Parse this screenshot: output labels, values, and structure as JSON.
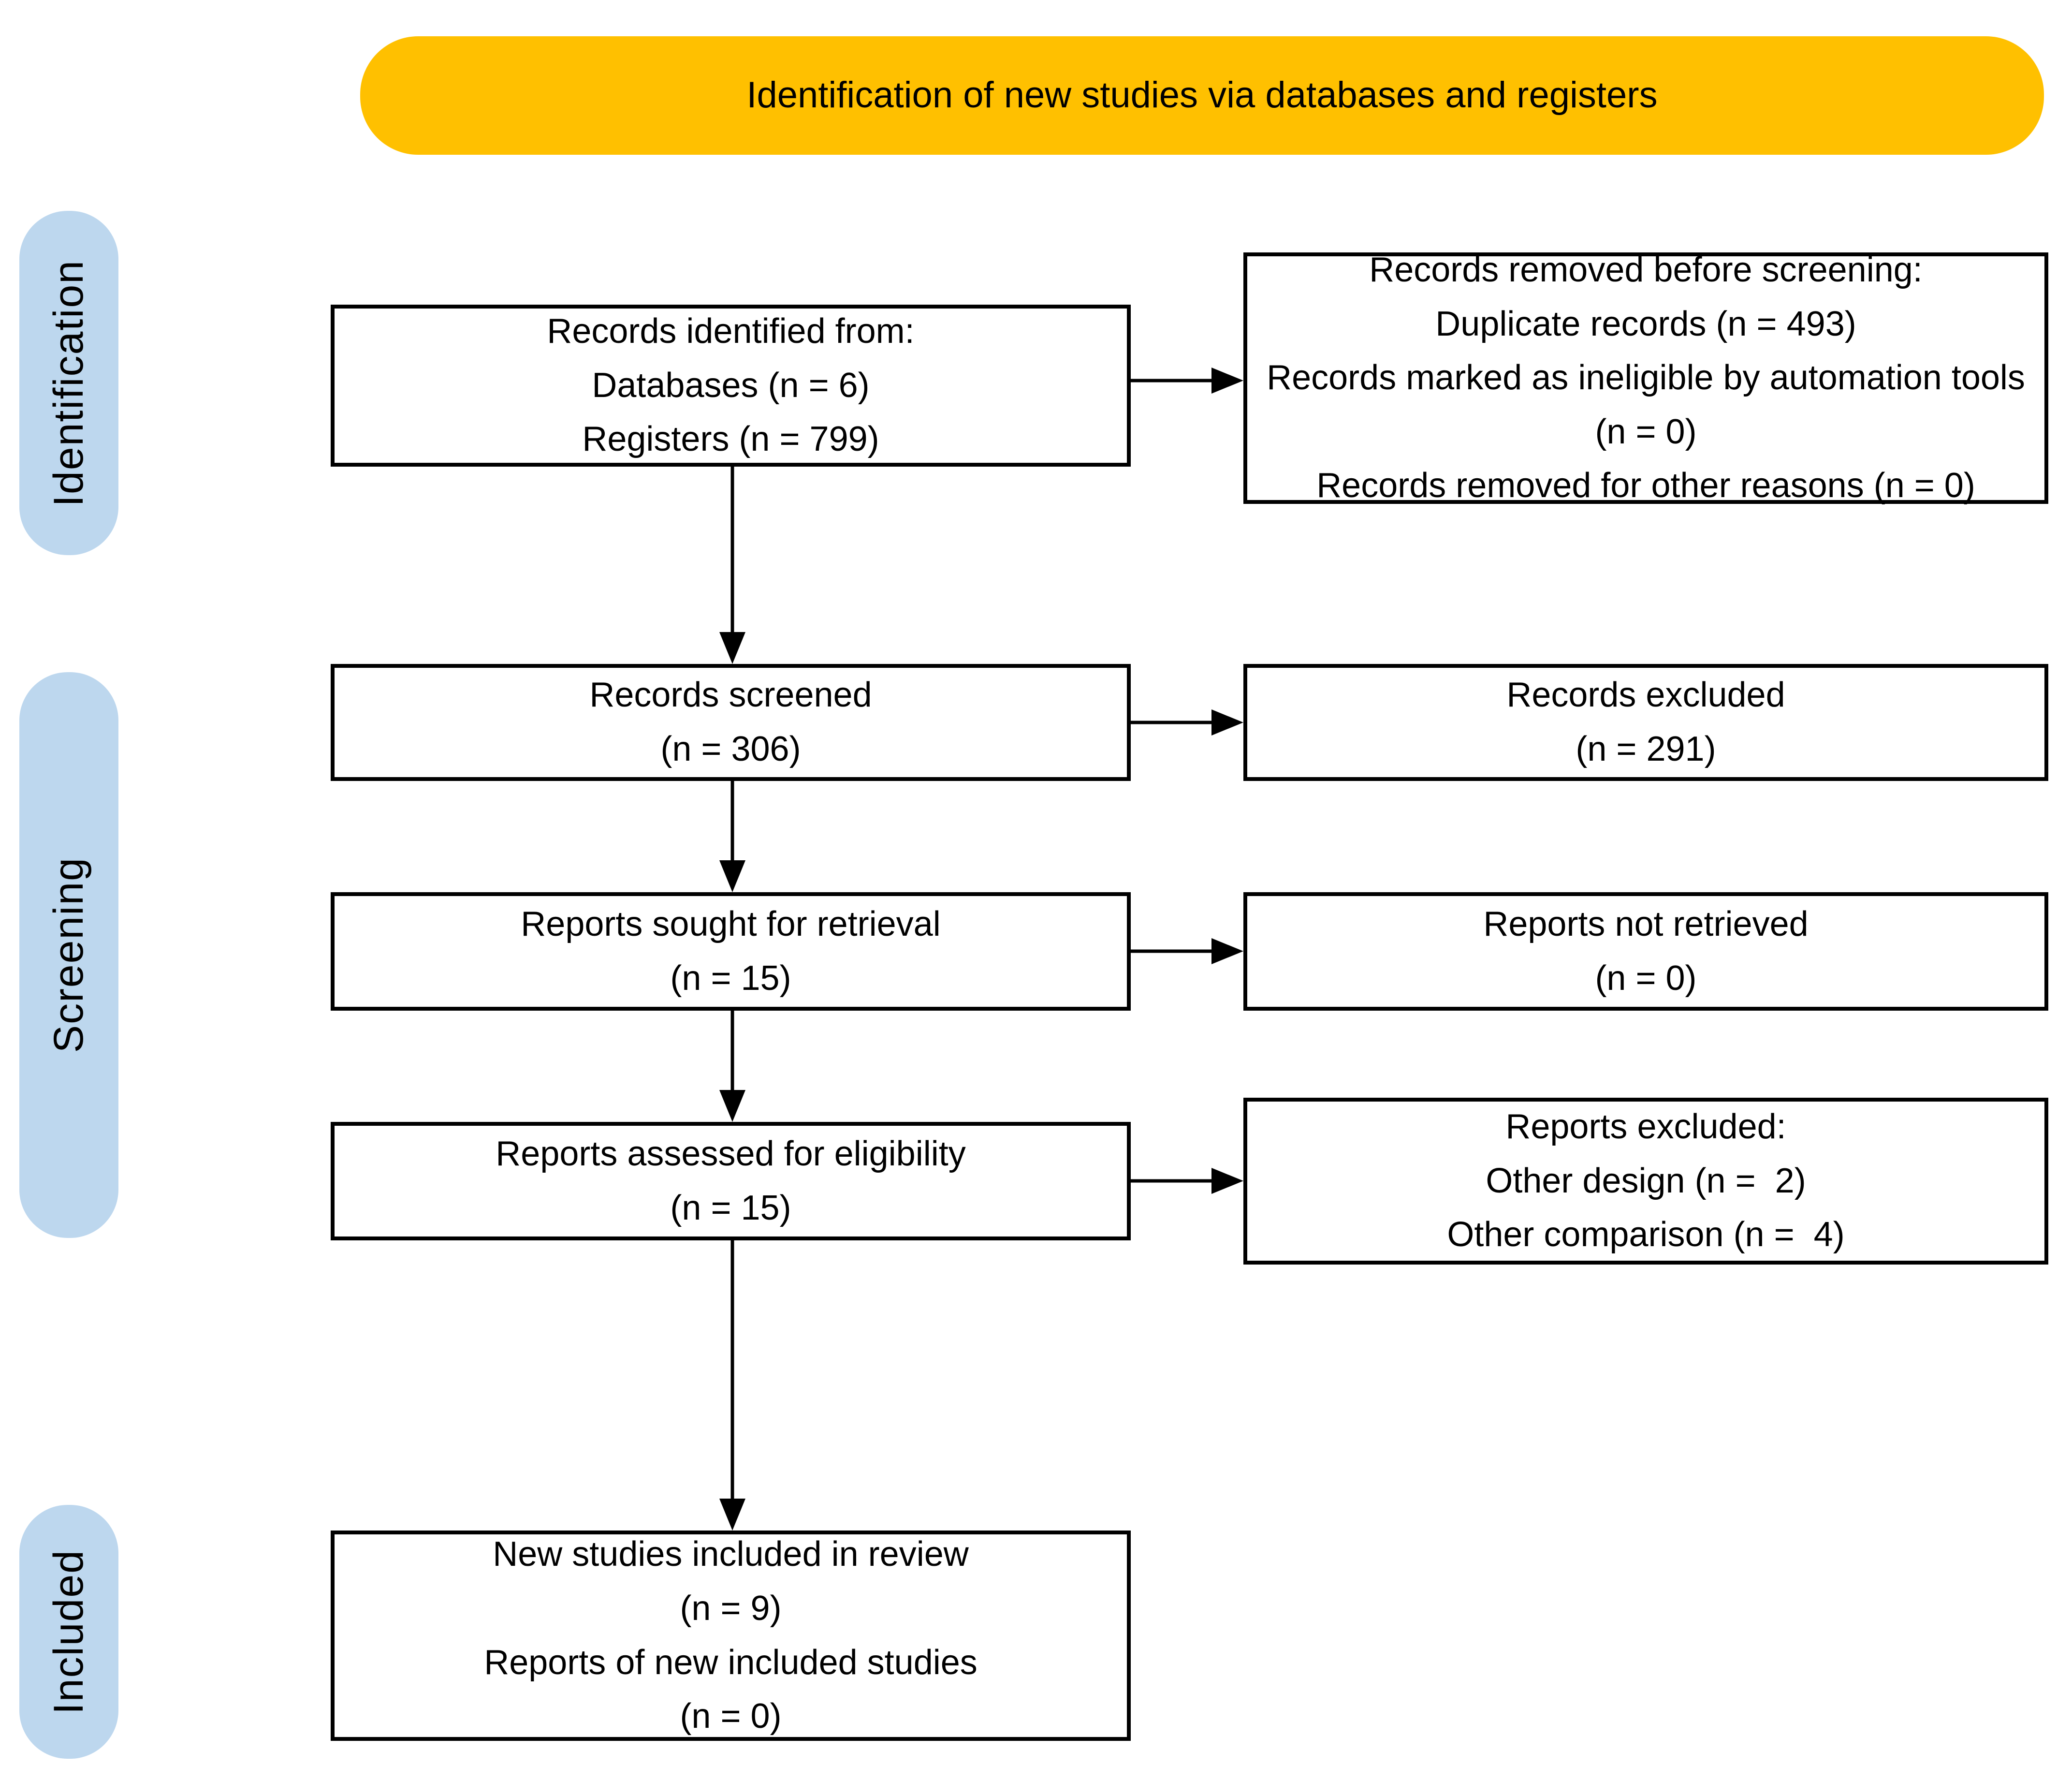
{
  "title": "Identification of new studies via databases and registers",
  "colors": {
    "banner": "#FFC000",
    "stage": "#BDD7EE",
    "line": "#000000"
  },
  "stages": {
    "identification": "Identification",
    "screening": "Screening",
    "included": "Included"
  },
  "boxes": {
    "records_identified": "Records identified from:\nDatabases (n = 6)\nRegisters (n = 799)",
    "records_removed": "Records removed before screening:\nDuplicate records (n = 493)\nRecords marked as ineligible by automation tools (n = 0)\nRecords removed for other reasons (n = 0)",
    "records_screened": "Records screened\n(n = 306)",
    "records_excluded": "Records excluded\n(n = 291)",
    "reports_sought": "Reports sought for retrieval\n(n = 15)",
    "reports_not_retrieved": "Reports not retrieved\n(n = 0)",
    "reports_assessed": "Reports assessed for eligibility\n(n = 15)",
    "reports_excluded": "Reports excluded:\nOther design (n =  2)\nOther comparison (n =  4)",
    "new_studies_included": "New studies included in review\n(n = 9)\nReports of new included studies\n(n = 0)"
  }
}
